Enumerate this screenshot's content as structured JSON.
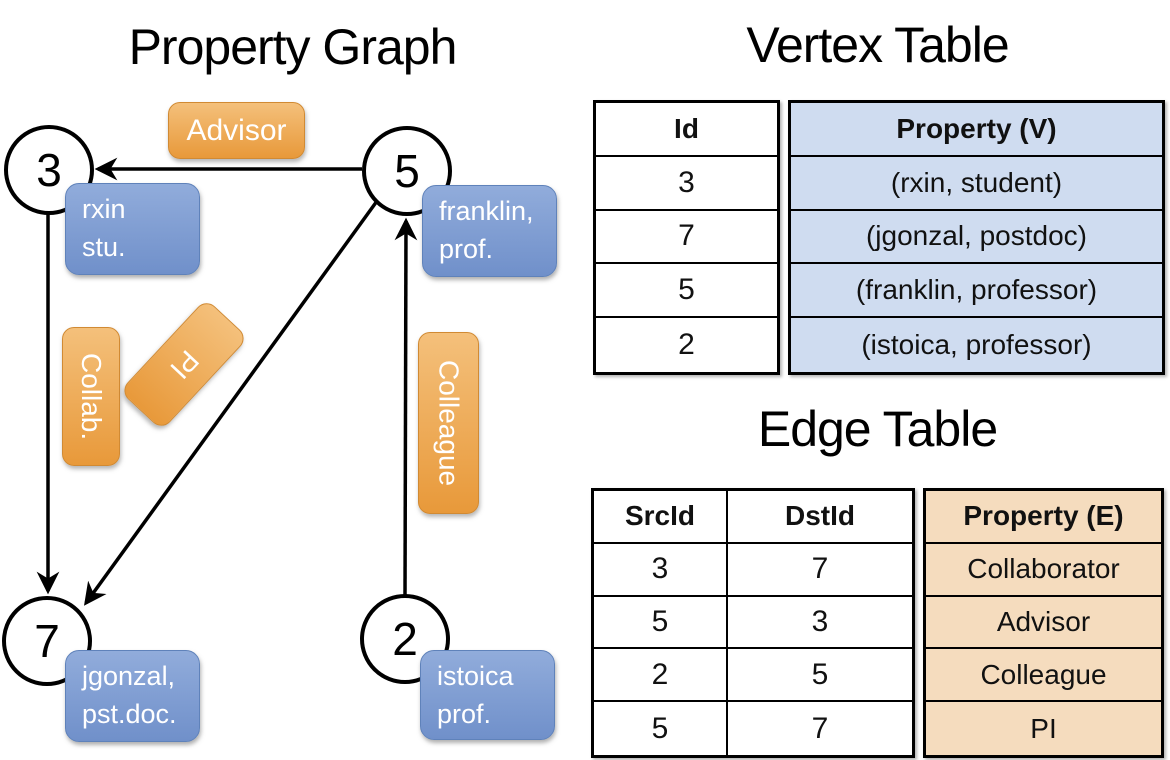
{
  "graph": {
    "title": "Property Graph",
    "nodes": [
      {
        "id": "3",
        "prop_line1": "rxin",
        "prop_line2": "stu."
      },
      {
        "id": "5",
        "prop_line1": "franklin,",
        "prop_line2": "prof."
      },
      {
        "id": "7",
        "prop_line1": "jgonzal,",
        "prop_line2": "pst.doc."
      },
      {
        "id": "2",
        "prop_line1": "istoica",
        "prop_line2": "prof."
      }
    ],
    "edges": [
      {
        "src": "5",
        "dst": "3",
        "label": "Advisor"
      },
      {
        "src": "3",
        "dst": "7",
        "label": "Collab."
      },
      {
        "src": "5",
        "dst": "7",
        "label": "PI"
      },
      {
        "src": "2",
        "dst": "5",
        "label": "Colleague"
      }
    ]
  },
  "vertex_table": {
    "title": "Vertex Table",
    "col_id": "Id",
    "col_property": "Property (V)",
    "rows": [
      {
        "id": "3",
        "property": "(rxin, student)"
      },
      {
        "id": "7",
        "property": "(jgonzal, postdoc)"
      },
      {
        "id": "5",
        "property": "(franklin, professor)"
      },
      {
        "id": "2",
        "property": "(istoica, professor)"
      }
    ]
  },
  "edge_table": {
    "title": "Edge Table",
    "col_src": "SrcId",
    "col_dst": "DstId",
    "col_property": "Property (E)",
    "rows": [
      {
        "src": "3",
        "dst": "7",
        "property": "Collaborator"
      },
      {
        "src": "5",
        "dst": "3",
        "property": "Advisor"
      },
      {
        "src": "2",
        "dst": "5",
        "property": "Colleague"
      },
      {
        "src": "5",
        "dst": "7",
        "property": "PI"
      }
    ]
  },
  "colors": {
    "edge_label_fill": "#EDA54B",
    "vertex_label_fill": "#7E9DD3",
    "vertex_table_cell_fill": "#CFDCF0",
    "edge_table_cell_fill": "#F5DCBE",
    "line_color": "#000000"
  }
}
